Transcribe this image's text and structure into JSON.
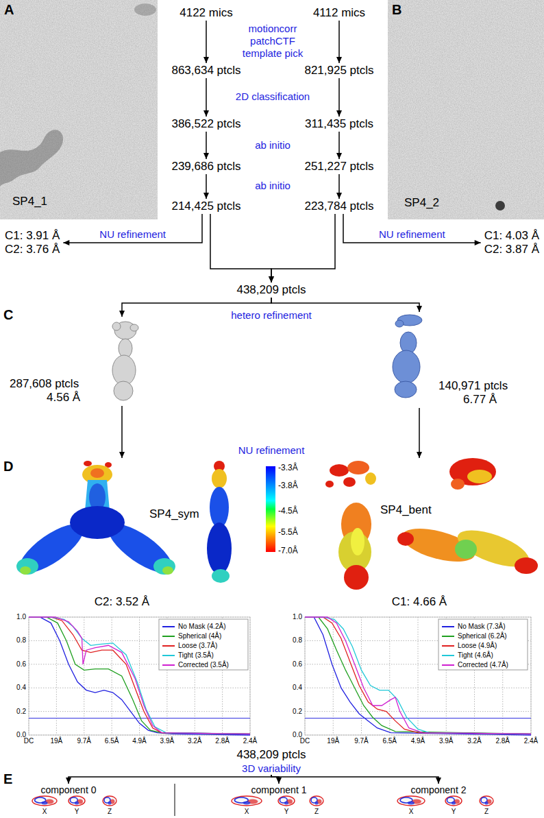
{
  "diagram": {
    "nodes": [
      {
        "text": [
          "SP4_1"
        ]
      },
      {
        "text": [
          "SP4_2"
        ]
      },
      {
        "text": [
          "4122 mics"
        ]
      },
      {
        "text": [
          "4112 mics"
        ]
      },
      {
        "text": [
          "863,634 ptcls"
        ]
      },
      {
        "text": [
          "821,925 ptcls"
        ]
      },
      {
        "text": [
          "386,522 ptcls"
        ]
      },
      {
        "text": [
          "311,435 ptcls"
        ]
      },
      {
        "text": [
          "239,686 ptcls"
        ]
      },
      {
        "text": [
          "251,227 ptcls"
        ]
      },
      {
        "text": [
          "214,425 ptcls"
        ]
      },
      {
        "text": [
          "223,784 ptcls"
        ]
      },
      {
        "text": [
          "C1: 3.91 Å",
          "C2: 3.76 Å"
        ]
      },
      {
        "text": [
          "C1: 4.03 Å",
          "C2: 3.87 Å"
        ]
      },
      {
        "text": [
          "438,209 ptcls"
        ]
      },
      {
        "text": [
          "287,608 ptcls",
          "4.56 Å"
        ]
      },
      {
        "text": [
          "140,971 ptcls",
          "6.77 Å"
        ]
      },
      {
        "text": [
          "SP4_sym",
          "C2: 3.52 Å"
        ]
      },
      {
        "text": [
          "SP4_bent",
          "C1: 4.66 Å"
        ]
      },
      {
        "text": [
          "438,209 ptcls"
        ]
      },
      {
        "text": [
          "component 0"
        ]
      },
      {
        "text": [
          "component 1"
        ]
      },
      {
        "text": [
          "component 2"
        ]
      }
    ],
    "edges": [
      {
        "from": 2,
        "to": 4,
        "arrow": "to"
      },
      {
        "from": 4,
        "to": 6,
        "arrow": "to"
      },
      {
        "from": 6,
        "to": 8,
        "arrow": "to"
      },
      {
        "from": 8,
        "to": 10,
        "arrow": "to"
      },
      {
        "from": 3,
        "to": 5,
        "arrow": "to"
      },
      {
        "from": 5,
        "to": 7,
        "arrow": "to"
      },
      {
        "from": 7,
        "to": 9,
        "arrow": "to"
      },
      {
        "from": 9,
        "to": 11,
        "arrow": "to"
      },
      {
        "from": 10,
        "to": 12,
        "label": "NU refinement",
        "arrow": "to"
      },
      {
        "from": 10,
        "to": 14,
        "arrow": "to"
      },
      {
        "from": 11,
        "to": 14,
        "arrow": "to"
      },
      {
        "from": 11,
        "to": 13,
        "label": "NU refinement",
        "arrow": "to"
      },
      {
        "from": 14,
        "to": 15,
        "arrow": "to"
      },
      {
        "from": 14,
        "to": 16,
        "arrow": "to"
      },
      {
        "from": 15,
        "to": 17,
        "arrow": "to"
      },
      {
        "from": 16,
        "to": 18,
        "arrow": "to"
      },
      {
        "from": 19,
        "to": 20,
        "arrow": "to"
      },
      {
        "from": 19,
        "to": 21,
        "arrow": "to"
      },
      {
        "from": 19,
        "to": 22,
        "arrow": "to"
      }
    ],
    "labels": [
      "A",
      "B",
      "motioncorr patchCTF template pick",
      "2D classification",
      "ab initio",
      "ab initio",
      "C",
      "hetero refinement",
      "NU refinement",
      "D",
      "-3.3Å",
      "-3.8Å",
      "-4.5Å",
      "-5.5Å",
      "-7.0Å",
      "1.0",
      "0.8",
      "0.6",
      "0.4",
      "0.2",
      "0.0",
      "DC",
      "19Å",
      "9.7Å",
      "6.5Å",
      "4.9Å",
      "3.9Å",
      "3.2Å",
      "2.8Å",
      "2.4Å",
      "1.0",
      "0.8",
      "0.6",
      "0.4",
      "0.2",
      "0.0",
      "DC",
      "19Å",
      "9.7Å",
      "6.5Å",
      "4.9Å",
      "3.9Å",
      "3.2Å",
      "2.8Å",
      "2.4Å",
      "3D variability",
      "E",
      "X",
      "Y",
      "Z",
      "X",
      "Y",
      "Z",
      "X",
      "Y",
      "Z"
    ],
    "legend": [
      {
        "text": "No Mask (4.2Å)",
        "color": "#2020e0"
      },
      {
        "text": "Spherical (4Å)",
        "color": "#20a020"
      },
      {
        "text": "Loose (3.7Å)",
        "color": "#e02020"
      },
      {
        "text": "Tight (3.5Å)",
        "color": "#20c8d8"
      },
      {
        "text": "Corrected (3.5Å)",
        "color": "#d020d0"
      },
      {
        "text": "No Mask (7.3Å)",
        "color": "#2020e0"
      },
      {
        "text": "Spherical (6.2Å)",
        "color": "#20a020"
      },
      {
        "text": "Loose (4.9Å)",
        "color": "#e02020"
      },
      {
        "text": "Tight (4.6Å)",
        "color": "#20c8d8"
      },
      {
        "text": "Corrected (4.7Å)",
        "color": "#d020d0"
      }
    ]
  }
}
